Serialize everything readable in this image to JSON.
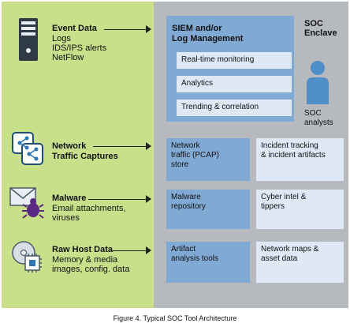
{
  "sources": [
    {
      "id": "event",
      "title": "Event Data",
      "lines": [
        "Logs",
        "IDS/IPS alerts",
        "NetFlow"
      ]
    },
    {
      "id": "network",
      "title": "Network",
      "title2": "Traffic Captures",
      "lines": []
    },
    {
      "id": "malware",
      "title": "Malware",
      "lines": [
        "Email attachments,",
        "viruses"
      ]
    },
    {
      "id": "host",
      "title": "Raw Host Data",
      "lines": [
        "Memory & media",
        "images, config. data"
      ]
    }
  ],
  "soc": {
    "enclave_line1": "SOC",
    "enclave_line2": "Enclave",
    "siem_title_line1": "SIEM and/or",
    "siem_title_line2": "Log Management",
    "siem_items": [
      "Real-time monitoring",
      "Analytics",
      "Trending  & correlation"
    ],
    "analysts_line1": "SOC",
    "analysts_line2": "analysts",
    "rows": [
      {
        "left": [
          "Network",
          "traffic (PCAP)",
          "store"
        ],
        "right": [
          "Incident tracking",
          "& incident artifacts"
        ]
      },
      {
        "left": [
          "Malware",
          "repository"
        ],
        "right": [
          "Cyber intel &",
          "tippers"
        ]
      },
      {
        "left": [
          "Artifact",
          "analysis tools"
        ],
        "right": [
          "Network maps &",
          "asset data"
        ]
      }
    ]
  },
  "caption": "Figure 4. Typical SOC Tool Architecture",
  "colors": {
    "left_panel": "#c8e08a",
    "right_panel": "#b6b9bd",
    "box_dark": "#80a9d4",
    "box_light": "#dfe8f6",
    "analyst_icon": "#4f8fc9",
    "icon_frame": "#1f4e79"
  },
  "icons": [
    "server-icon",
    "network-share-icon",
    "email-malware-bug-icon",
    "disk-chip-icon",
    "analyst-person-icon"
  ]
}
